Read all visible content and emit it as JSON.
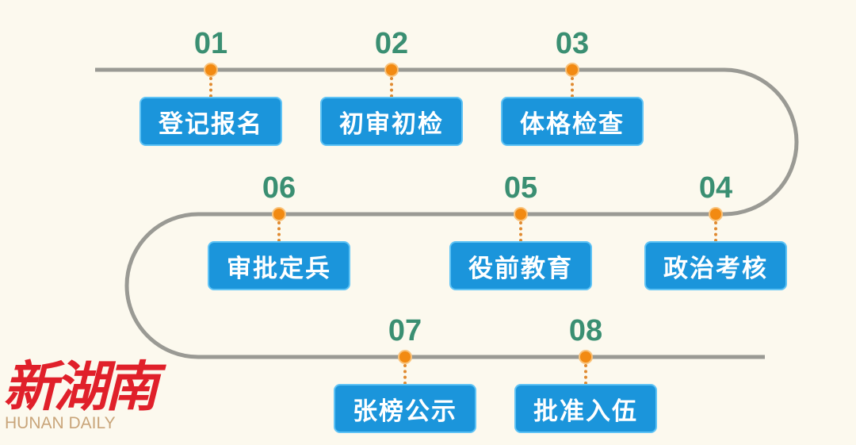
{
  "steps": [
    {
      "num": "01",
      "label": "登记报名"
    },
    {
      "num": "02",
      "label": "初审初检"
    },
    {
      "num": "03",
      "label": "体格检查"
    },
    {
      "num": "04",
      "label": "政治考核"
    },
    {
      "num": "05",
      "label": "役前教育"
    },
    {
      "num": "06",
      "label": "审批定兵"
    },
    {
      "num": "07",
      "label": "张榜公示"
    },
    {
      "num": "08",
      "label": "批准入伍"
    }
  ],
  "logo": {
    "cn": "新湖南",
    "en": "HUNAN DAILY"
  },
  "colors": {
    "track": "#9a9a94",
    "dot": "#f28a12",
    "box": "#1b95db",
    "number": "#3a8f72",
    "background": "#fcf9ee"
  }
}
